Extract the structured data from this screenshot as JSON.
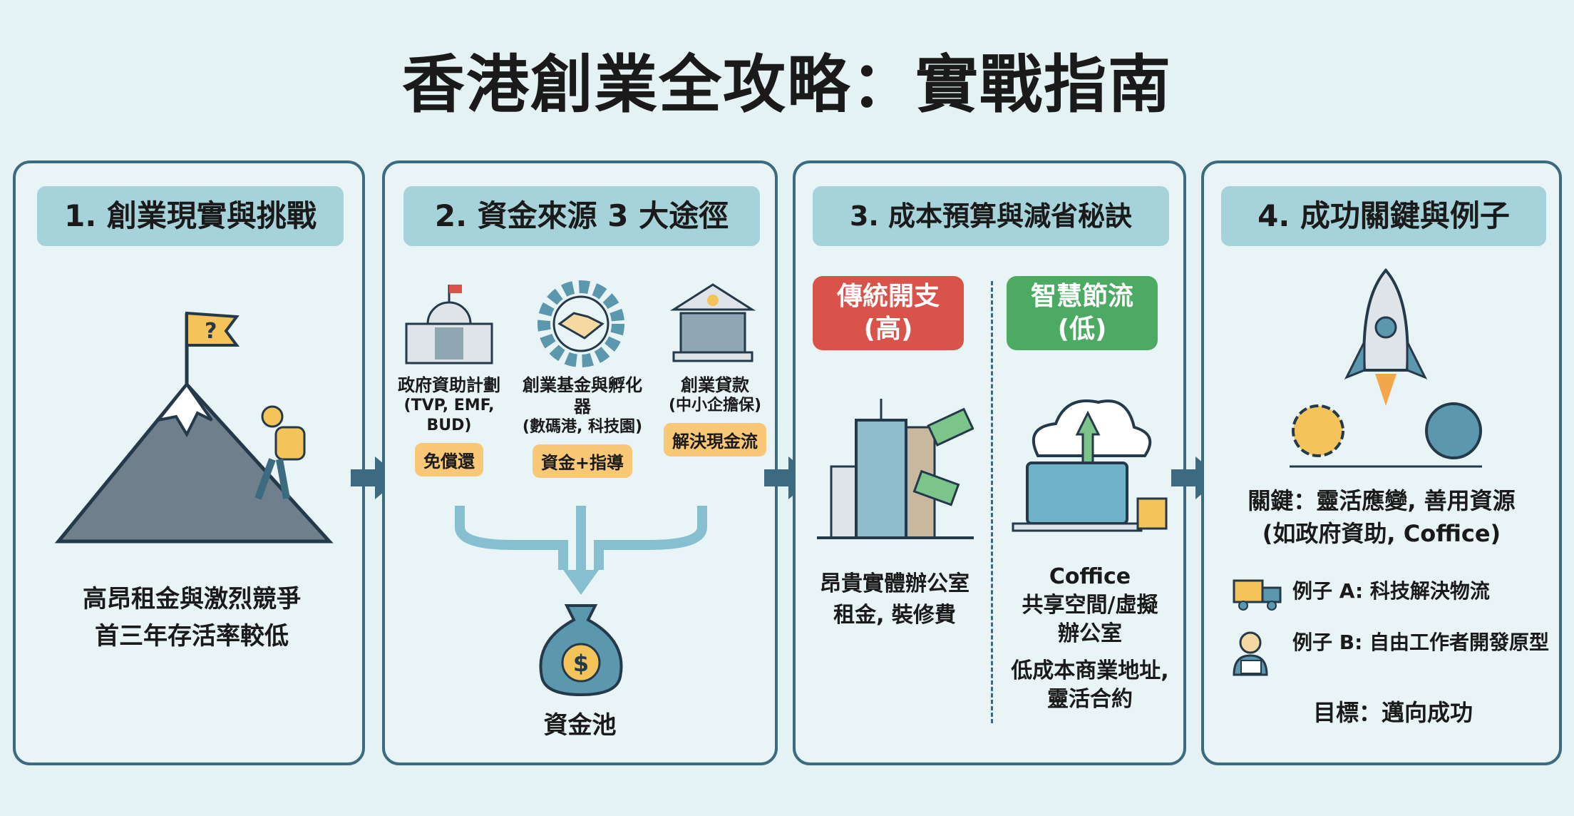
{
  "title": "香港創業全攻略：實戰指南",
  "colors": {
    "panel_border": "#3c6a80",
    "header_bg": "#a6d3da",
    "badge": "#f8c876",
    "high": "#d9534a",
    "low": "#4caa63"
  },
  "panels": [
    {
      "header": "1. 創業現實與挑戰",
      "lines": [
        "高昂租金與激烈競爭",
        "首三年存活率較低"
      ]
    },
    {
      "header": "2. 資金來源 3 大途徑",
      "sources": [
        {
          "name": "政府資助計劃",
          "detail": "(TVP, EMF, BUD)",
          "badge": "免償還"
        },
        {
          "name": "創業基金與孵化器",
          "detail": "(數碼港, 科技園)",
          "badge": "資金+指導"
        },
        {
          "name": "創業貸款",
          "detail": "(中小企擔保)",
          "badge": "解決現金流"
        }
      ],
      "pool": "資金池"
    },
    {
      "header": "3. 成本預算與減省秘訣",
      "traditional": {
        "label": "傳統開支",
        "level": "(高)",
        "desc": [
          "昂貴實體辦公室",
          "租金, 裝修費"
        ]
      },
      "smart": {
        "label": "智慧節流",
        "level": "(低)",
        "brand": "Coffice",
        "desc": [
          "共享空間/虛擬",
          "辦公室"
        ],
        "benefit": [
          "低成本商業地址,",
          "靈活合約"
        ]
      }
    },
    {
      "header": "4. 成功關鍵與例子",
      "key": [
        "關鍵：靈活應變, 善用資源",
        "(如政府資助, Coffice)"
      ],
      "examples": [
        "例子 A: 科技解決物流",
        "例子 B: 自由工作者開發原型"
      ],
      "goal": "目標：邁向成功"
    }
  ]
}
